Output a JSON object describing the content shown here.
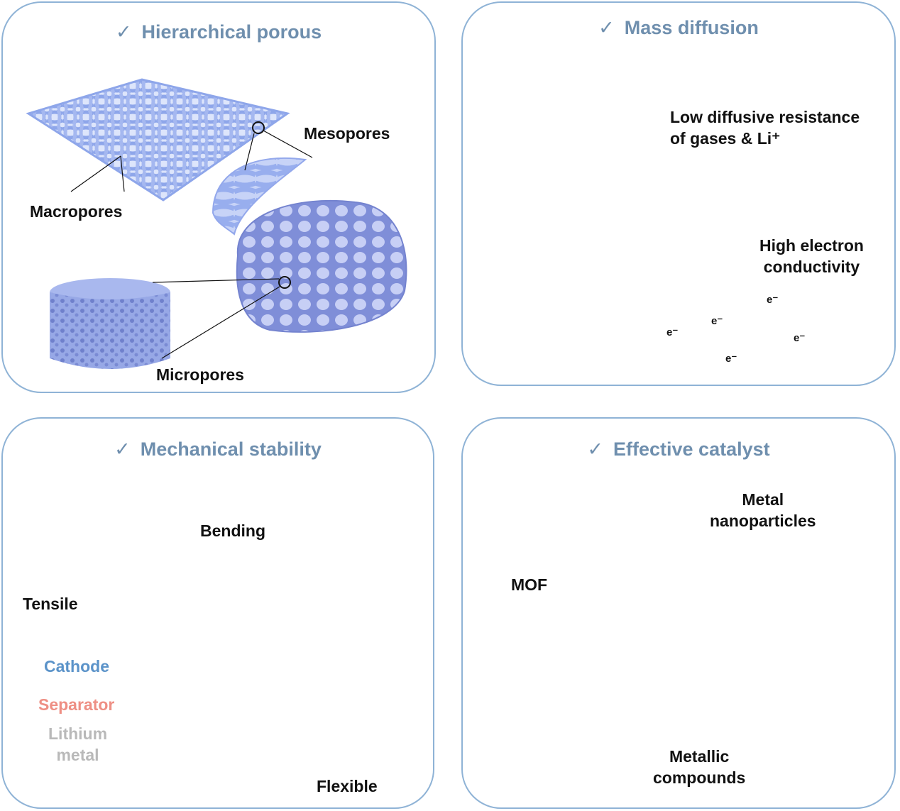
{
  "panels": {
    "hierarchical": {
      "title": "Hierarchical porous",
      "labels": {
        "mesopores": "Mesopores",
        "macropores": "Macropores",
        "micropores": "Micropores"
      }
    },
    "diffusion": {
      "title": "Mass diffusion",
      "low_res_line1": "Low diffusive resistance",
      "low_res_line2": "of gases & Li⁺",
      "high_elec_line1": "High electron",
      "high_elec_line2": "conductivity",
      "electron": "e⁻"
    },
    "mechanical": {
      "title": "Mechanical stability",
      "bending": "Bending",
      "tensile": "Tensile",
      "cathode": "Cathode",
      "separator": "Separator",
      "lithium_line1": "Lithium",
      "lithium_line2": "metal",
      "flexible": "Flexible"
    },
    "catalyst": {
      "title": "Effective catalyst",
      "mof": "MOF",
      "metal_np_line1": "Metal",
      "metal_np_line2": "nanoparticles",
      "metallic_line1": "Metallic",
      "metallic_line2": "compounds"
    }
  },
  "check_mark": "✓",
  "colors": {
    "border": "#8fb3d6",
    "title": "#6f8fae",
    "mesh": "#9fb4ef",
    "cathode": "#5b93c9",
    "separator": "#ee8f84",
    "lithium": "#b9b9b9"
  }
}
